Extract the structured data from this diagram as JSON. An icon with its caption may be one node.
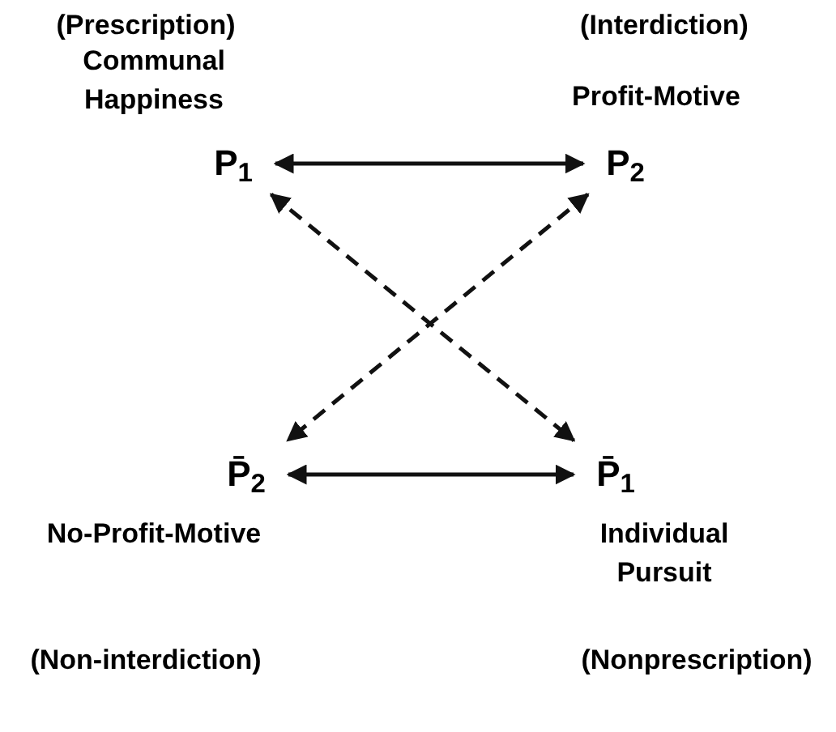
{
  "diagram": {
    "nodes": [
      {
        "text": [
          "P$_{1}$"
        ],
        "beside": [
          "(Prescription)",
          "Communal Happiness"
        ]
      },
      {
        "text": [
          "P$_{2}$"
        ],
        "beside": [
          "(Interdiction)",
          "Profit-Motive"
        ]
      },
      {
        "text": [
          "P̄$_{2}$"
        ],
        "beside": [
          "No-Profit-Motive",
          "(Non-interdiction)"
        ]
      },
      {
        "text": [
          "P̄$_{1}$"
        ],
        "beside": [
          "Individual Pursuit",
          "(Nonprescription)"
        ]
      }
    ],
    "edges": [
      {
        "from": 0,
        "to": 1,
        "arrow": "both"
      },
      {
        "from": 2,
        "to": 3,
        "arrow": "both"
      },
      {
        "from": 0,
        "to": 3,
        "arrow": "both",
        "style": "dashed"
      },
      {
        "from": 1,
        "to": 2,
        "arrow": "both",
        "style": "dashed"
      }
    ]
  }
}
